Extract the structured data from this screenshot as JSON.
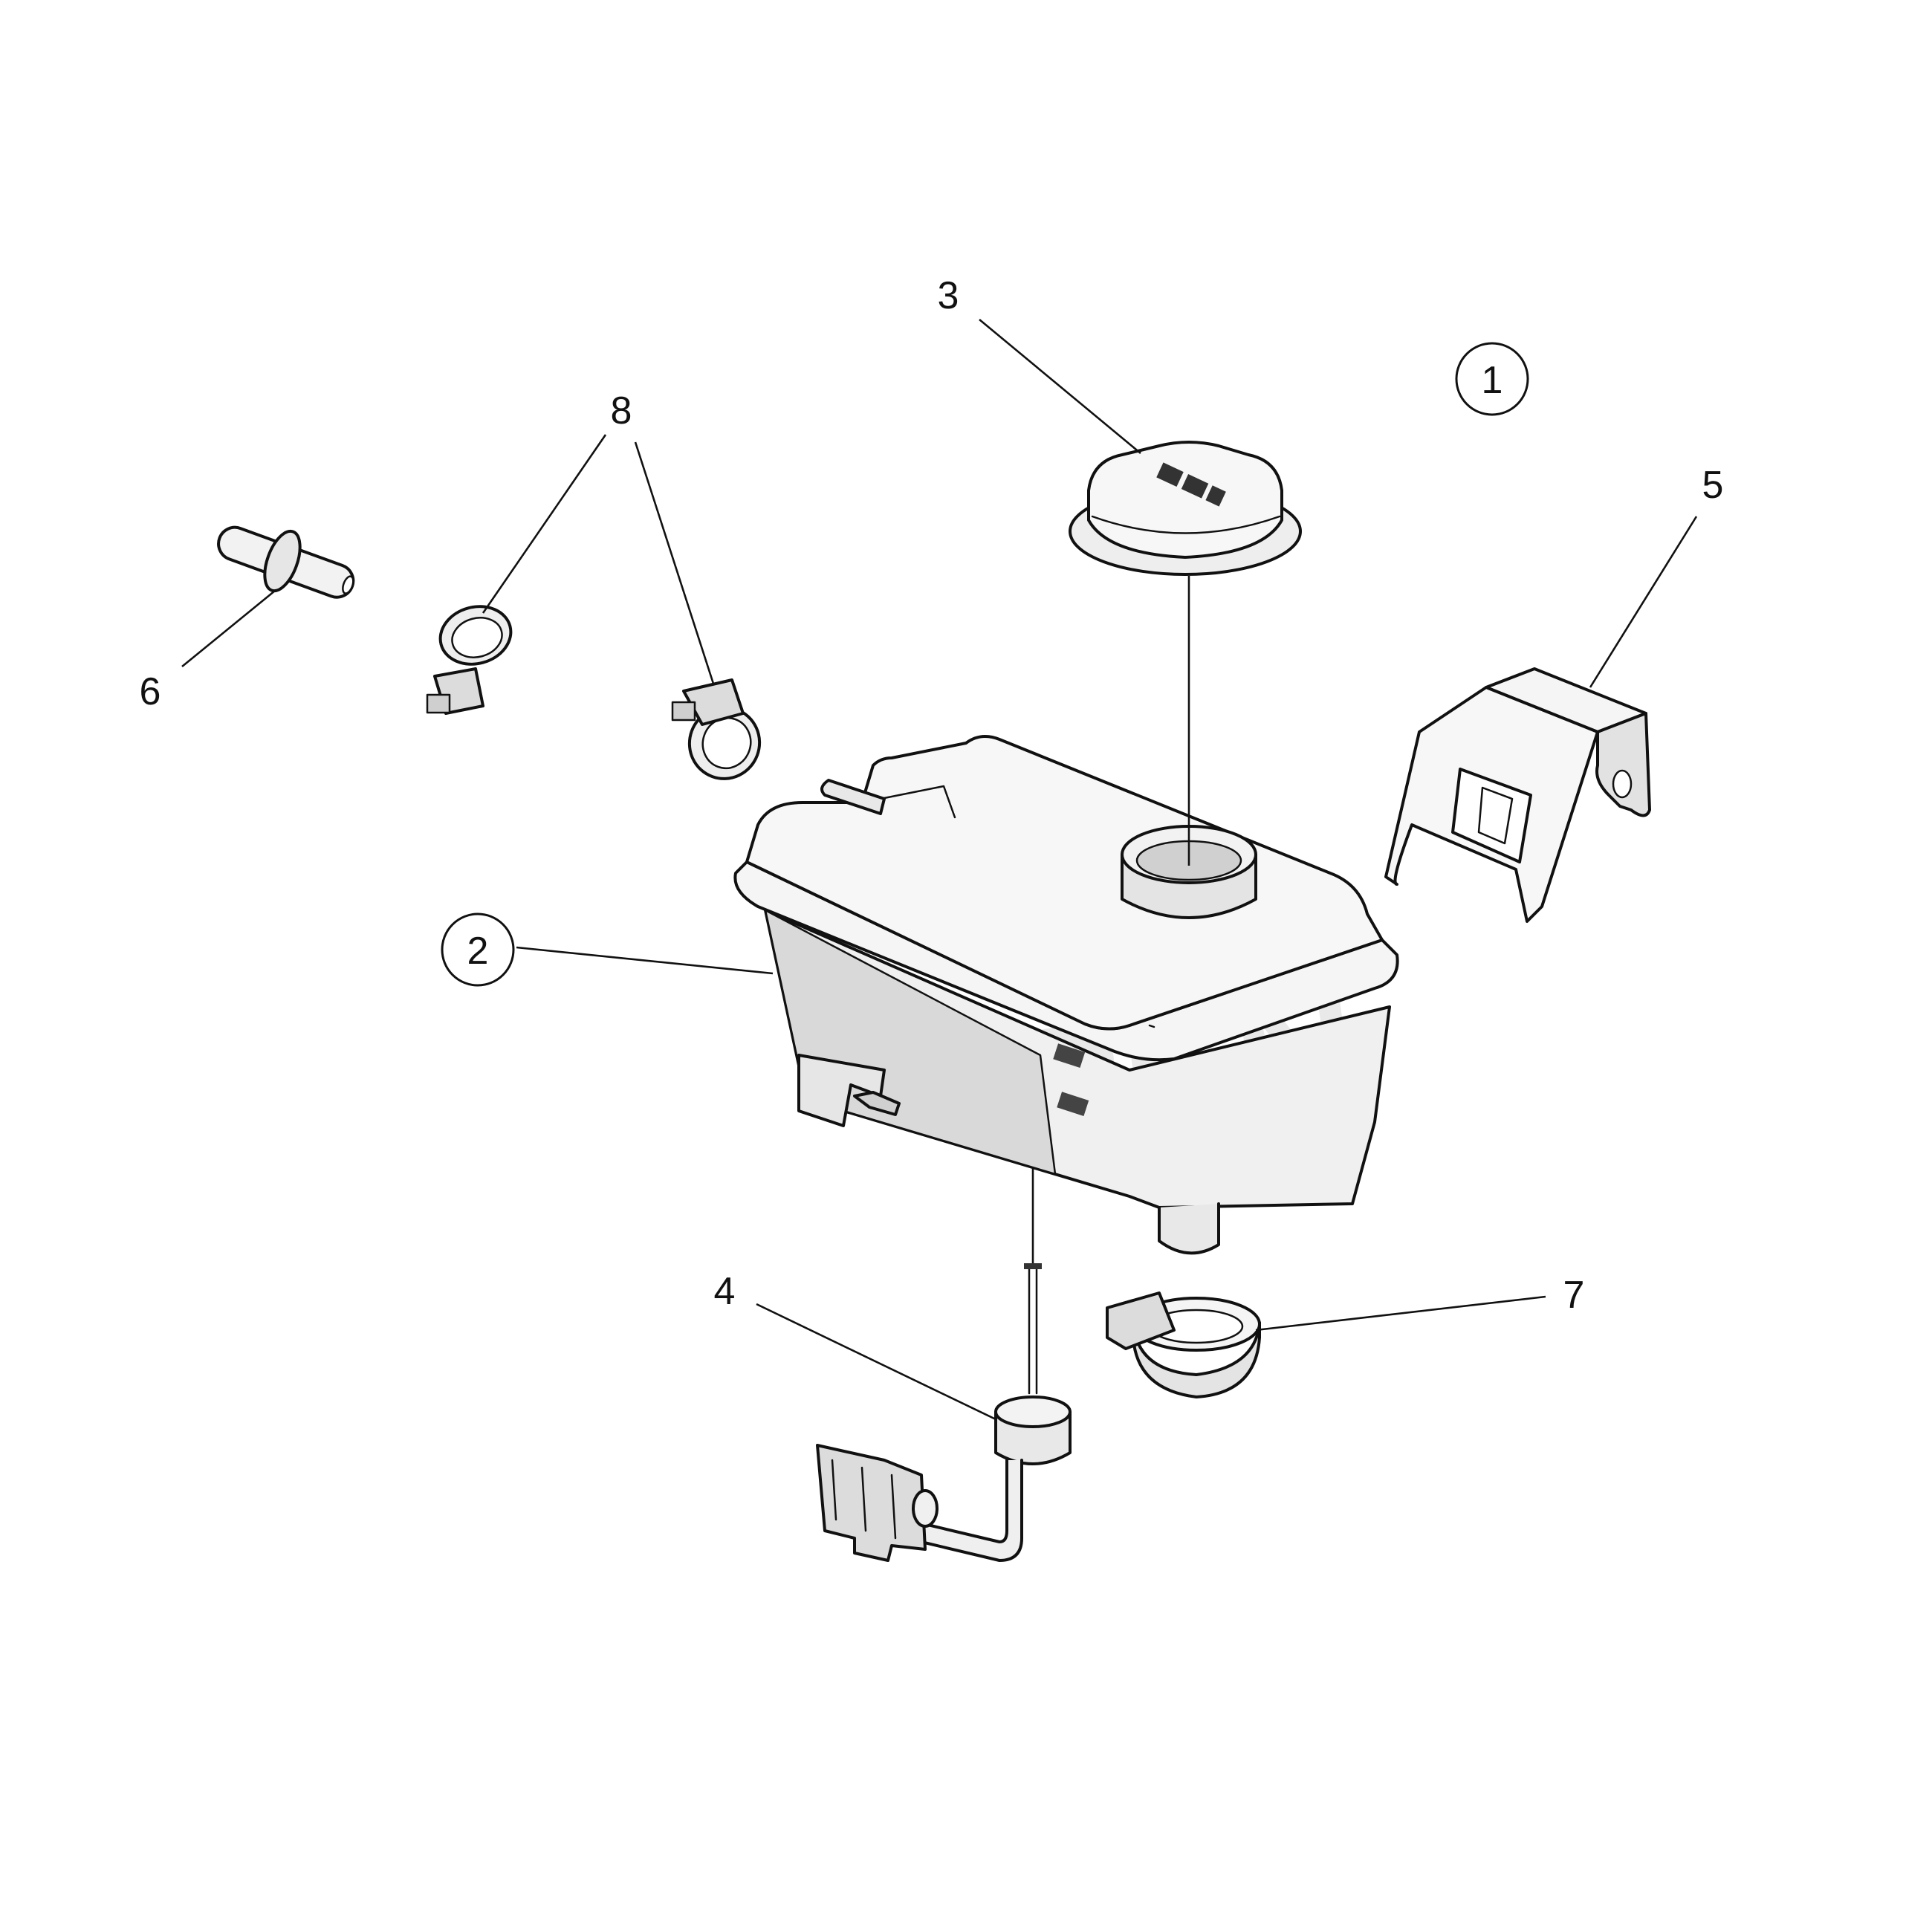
{
  "diagram": {
    "colors": {
      "part_fill": "#f2f2f2",
      "part_shade": "#d4d4d4",
      "line": "#111111",
      "background": "#ffffff"
    },
    "callouts": [
      {
        "id": "c1",
        "label": "1",
        "circled": true
      },
      {
        "id": "c2",
        "label": "2",
        "circled": true
      },
      {
        "id": "c3",
        "label": "3",
        "circled": false
      },
      {
        "id": "c4",
        "label": "4",
        "circled": false
      },
      {
        "id": "c5",
        "label": "5",
        "circled": false
      },
      {
        "id": "c6",
        "label": "6",
        "circled": false
      },
      {
        "id": "c7",
        "label": "7",
        "circled": false
      },
      {
        "id": "c8",
        "label": "8",
        "circled": false
      }
    ],
    "parts": [
      {
        "name": "expansion-tank",
        "callout": "2"
      },
      {
        "name": "filler-cap",
        "callout": "3"
      },
      {
        "name": "level-sensor",
        "callout": "4"
      },
      {
        "name": "mounting-bracket",
        "callout": "5"
      },
      {
        "name": "hose-connector",
        "callout": "6"
      },
      {
        "name": "hose-clamp-large",
        "callout": "7"
      },
      {
        "name": "hose-clamp-small",
        "callout": "8"
      }
    ]
  }
}
